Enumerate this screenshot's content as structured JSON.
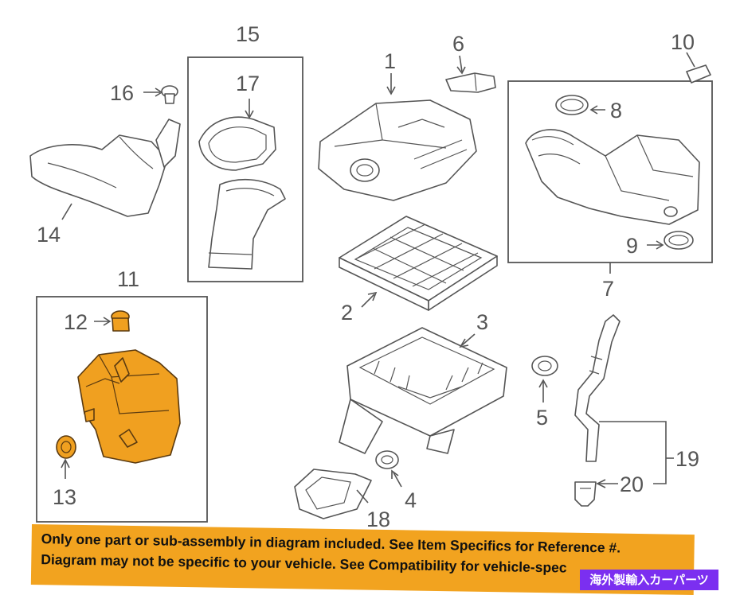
{
  "diagram": {
    "callouts": {
      "c1": "1",
      "c2": "2",
      "c3": "3",
      "c4": "4",
      "c5": "5",
      "c6": "6",
      "c7": "7",
      "c8": "8",
      "c9": "9",
      "c10": "10",
      "c11": "11",
      "c12": "12",
      "c13": "13",
      "c14": "14",
      "c15": "15",
      "c16": "16",
      "c17": "17",
      "c18": "18",
      "c19": "19",
      "c20": "20"
    },
    "colors": {
      "highlight": "#f0a020",
      "line": "#555555",
      "banner": "#f2a31f",
      "tag": "#7b2ff0"
    }
  },
  "notice": {
    "line1": "Only one part or sub-assembly in diagram included. See Item Specifics for Reference #.",
    "line2": "Diagram may not be specific to your vehicle. See Compatibility for vehicle-spec"
  },
  "corner_tag": "海外製輸入カーパーツ"
}
